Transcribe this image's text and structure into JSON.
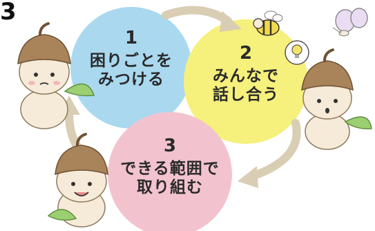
{
  "corner_label": "3",
  "steps": [
    {
      "number": "1",
      "lines": [
        "困りごとを",
        "みつける"
      ],
      "color": "#a9d8ef"
    },
    {
      "number": "2",
      "lines": [
        "みんなで",
        "話し合う"
      ],
      "color": "#f6f07c"
    },
    {
      "number": "3",
      "lines": [
        "できる範囲で",
        "取り組む"
      ],
      "color": "#f2c3cf"
    }
  ],
  "arrow_color": "#d9cdb4",
  "characters": [
    "acorn-character-worried",
    "acorn-character-surprised",
    "acorn-character-cheerful",
    "bee",
    "butterfly",
    "lightbulb-idea"
  ]
}
